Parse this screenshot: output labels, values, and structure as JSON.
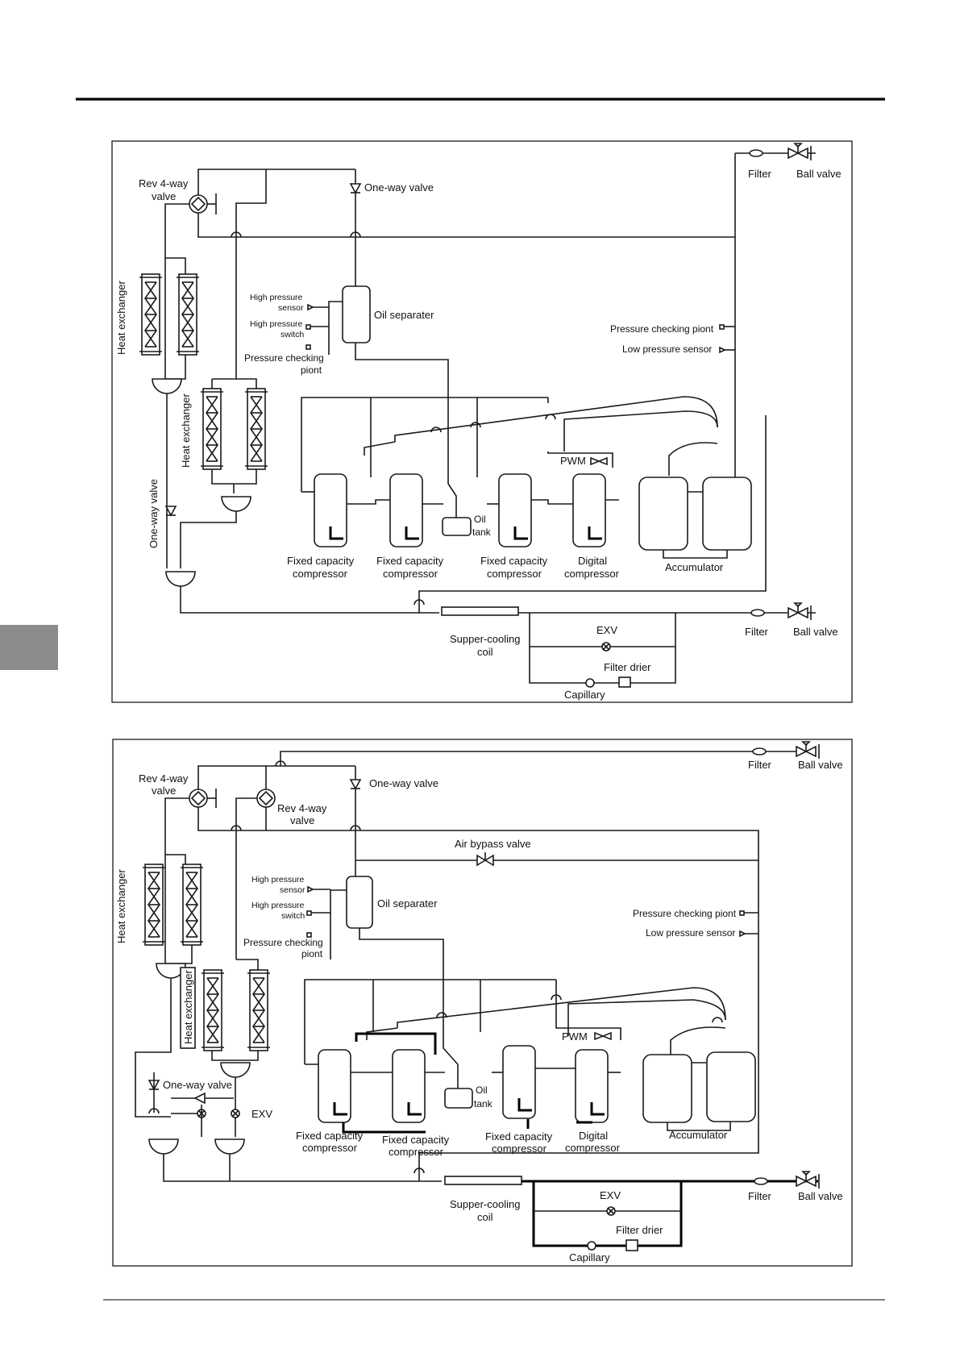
{
  "labels": {
    "rev_valve": [
      "Rev 4-way",
      "valve"
    ],
    "one_way_valve": "One-way valve",
    "filter": "Filter",
    "ball_valve": "Ball valve",
    "heat_exchanger": "Heat exchanger",
    "oil_separater": "Oil separater",
    "high_pressure_sensor": [
      "High pressure",
      "sensor"
    ],
    "high_pressure_switch": [
      "High pressure",
      "switch"
    ],
    "pressure_checking_piont_2line": [
      "Pressure checking",
      "piont"
    ],
    "pressure_checking_piont": "Pressure checking piont",
    "low_pressure_sensor": "Low pressure sensor",
    "pwm": "PWM",
    "oil_tank": [
      "Oil",
      "tank"
    ],
    "fixed_capacity_compressor": [
      "Fixed capacity",
      "compressor"
    ],
    "digital_compressor": [
      "Digital",
      "compressor"
    ],
    "accumulator": "Accumulator",
    "exv": "EXV",
    "supper_cooling_coil": [
      "Supper-cooling",
      "coil"
    ],
    "filter_drier": "Filter drier",
    "capillary": "Capillary",
    "air_bypass_valve": "Air bypass valve"
  }
}
